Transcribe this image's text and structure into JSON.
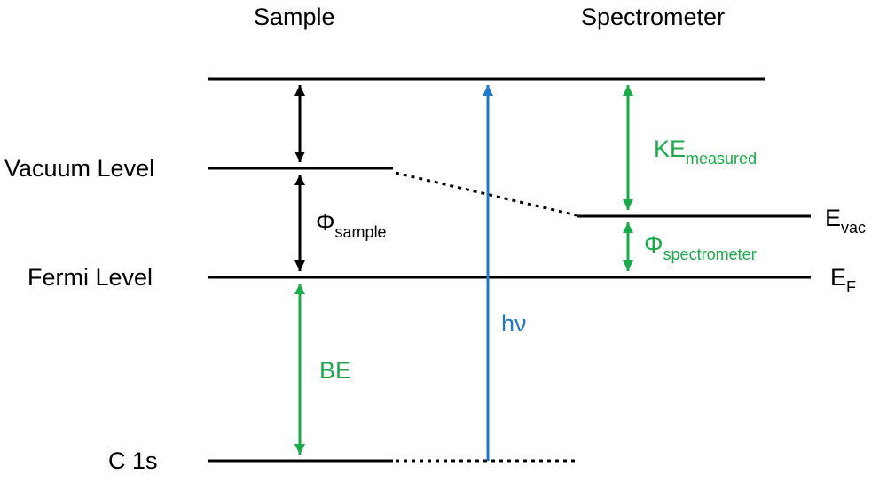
{
  "headers": {
    "sample": "Sample",
    "spectrometer": "Spectrometer"
  },
  "levels": {
    "vacuum": "Vacuum Level",
    "fermi": "Fermi Level",
    "core": "C 1s"
  },
  "spectrometer_levels": {
    "evac_main": "E",
    "evac_sub": "vac",
    "ef_main": "E",
    "ef_sub": "F"
  },
  "quantities": {
    "phi_sample_main": "Φ",
    "phi_sample_sub": "sample",
    "phi_spec_main": "Φ",
    "phi_spec_sub": "spectrometer",
    "ke_main": "KE",
    "ke_sub": "measured",
    "be": "BE",
    "hv": "hν"
  },
  "colors": {
    "line": "#000000",
    "green": "#1aaa4a",
    "blue": "#1f78c8"
  }
}
